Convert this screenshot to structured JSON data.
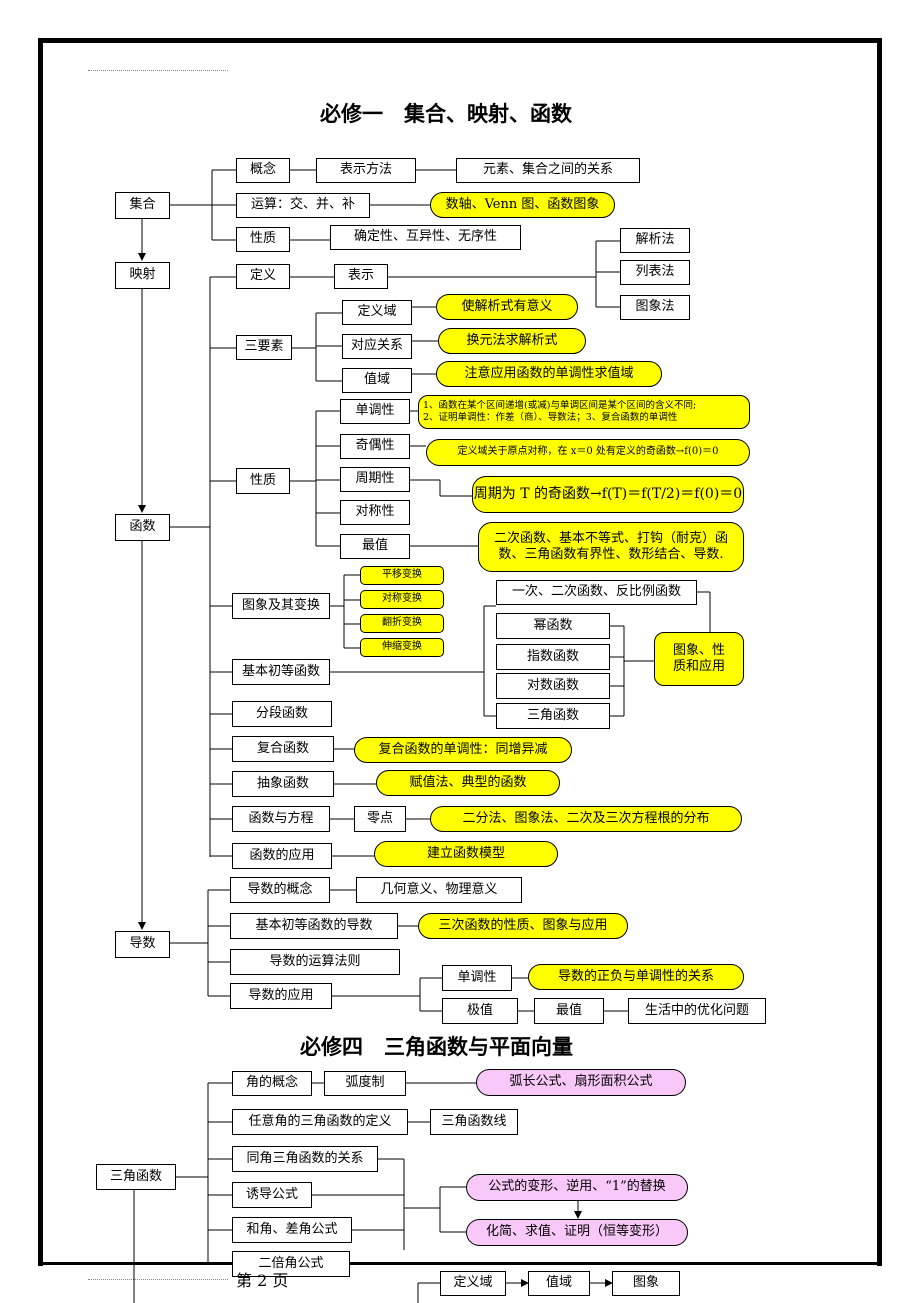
{
  "section1": {
    "title": "必修一　集合、映射、函数",
    "set": {
      "label": "集合",
      "concept": "概念",
      "representation": "表示方法",
      "relations": "元素、集合之间的关系",
      "operations": "运算：交、并、补",
      "operations_note": "数轴、Venn 图、函数图象",
      "properties": "性质",
      "properties_detail": "确定性、互异性、无序性"
    },
    "mapping": {
      "label": "映射"
    },
    "function": {
      "label": "函数",
      "definition": "定义",
      "expression": "表示",
      "expression_methods": [
        "解析法",
        "列表法",
        "图象法"
      ],
      "three_elements": "三要素",
      "domain": "定义域",
      "domain_note": "使解析式有意义",
      "correspondence": "对应关系",
      "correspondence_note": "换元法求解析式",
      "range": "值域",
      "range_note": "注意应用函数的单调性求值域",
      "properties": "性质",
      "monotonicity": "单调性",
      "monotonicity_note_1": "1、函数在某个区间递增(或减)与单调区间是某个区间的含义不同;",
      "monotonicity_note_2": "2、证明单调性：作差（商）、导数法；3、复合函数的单调性",
      "parity": "奇偶性",
      "parity_note": "定义域关于原点对称，在 x＝0 处有定义的奇函数→f(0)＝0",
      "periodicity": "周期性",
      "periodicity_note": "周期为 T 的奇函数→f(T)＝f(T/2)＝f(0)＝0",
      "symmetry": "对称性",
      "extremum": "最值",
      "extremum_note": "二次函数、基本不等式、打钩（耐克）函数、三角函数有界性、数形结合、导数.",
      "graph_transform": "图象及其变换",
      "transforms": [
        "平移变换",
        "对称变换",
        "翻折变换",
        "伸缩变换"
      ],
      "elementary": "基本初等函数",
      "elementary_list": [
        "一次、二次函数、反比例函数",
        "幂函数",
        "指数函数",
        "对数函数",
        "三角函数"
      ],
      "elementary_note": "图象、性质和应用",
      "piecewise": "分段函数",
      "composite": "复合函数",
      "composite_note": "复合函数的单调性：同增异减",
      "abstract": "抽象函数",
      "abstract_note": "赋值法、典型的函数",
      "equation": "函数与方程",
      "zero": "零点",
      "zero_note": "二分法、图象法、二次及三次方程根的分布",
      "application": "函数的应用",
      "application_note": "建立函数模型"
    },
    "derivative": {
      "label": "导数",
      "concept": "导数的概念",
      "concept_note": "几何意义、物理意义",
      "elementary": "基本初等函数的导数",
      "elementary_note": "三次函数的性质、图象与应用",
      "rules": "导数的运算法则",
      "application": "导数的应用",
      "monotonicity": "单调性",
      "monotonicity_note": "导数的正负与单调性的关系",
      "extreme": "极值",
      "maximum": "最值",
      "optimization": "生活中的优化问题"
    }
  },
  "section2": {
    "title": "必修四　三角函数与平面向量",
    "trig": {
      "label": "三角函数",
      "angle": "角的概念",
      "radian": "弧度制",
      "radian_note": "弧长公式、扇形面积公式",
      "definition": "任意角的三角函数的定义",
      "trig_line": "三角函数线",
      "same_angle": "同角三角函数的关系",
      "induction": "诱导公式",
      "sum_diff": "和角、差角公式",
      "double": "二倍角公式",
      "formula_note": "公式的变形、逆用、“1”的替换",
      "simplify_note": "化简、求值、证明（恒等变形）",
      "domain": "定义域",
      "range": "值域",
      "graph": "图象"
    }
  },
  "footer": {
    "page": "第 2 页"
  }
}
